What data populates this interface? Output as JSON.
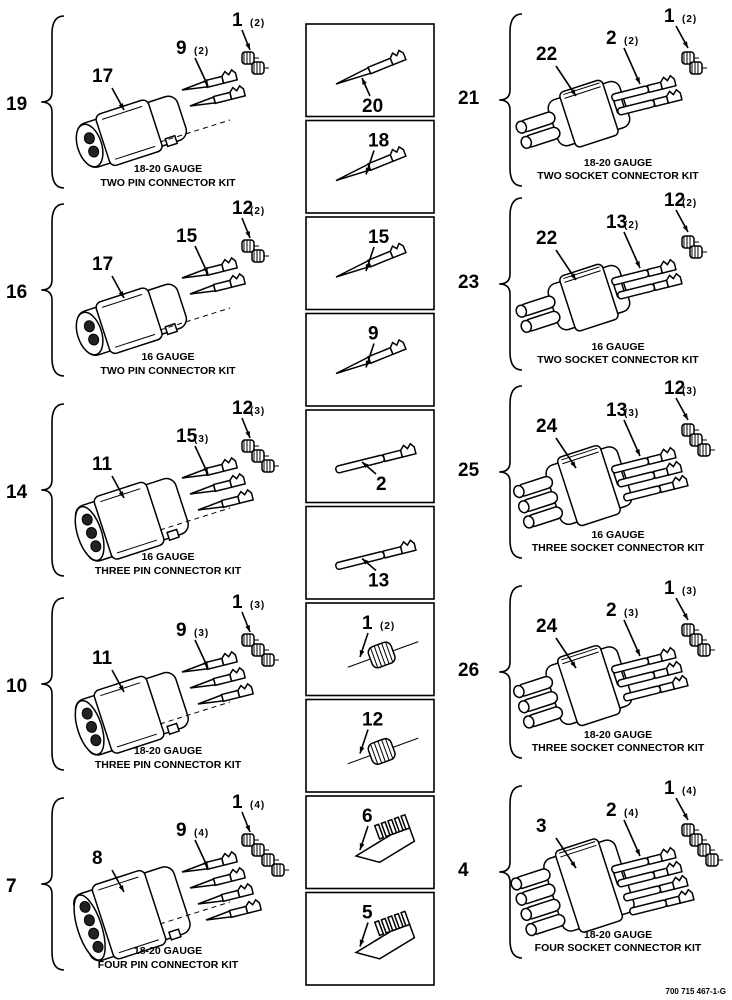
{
  "document_ref": "700 715 467-1-G",
  "left_kits": [
    {
      "item": "19",
      "housing": "17",
      "term": "9",
      "term_qty": "(2)",
      "seal": "1",
      "seal_qty": "(2)",
      "gauge": "18-20 GAUGE",
      "title": "TWO PIN CONNECTOR KIT"
    },
    {
      "item": "16",
      "housing": "17",
      "term": "15",
      "term_qty": "",
      "seal": "12",
      "seal_qty": "(2)",
      "gauge": "16 GAUGE",
      "title": "TWO PIN CONNECTOR KIT"
    },
    {
      "item": "14",
      "housing": "11",
      "term": "15",
      "term_qty": "(3)",
      "seal": "12",
      "seal_qty": "(3)",
      "gauge": "16 GAUGE",
      "title": "THREE PIN CONNECTOR KIT"
    },
    {
      "item": "10",
      "housing": "11",
      "term": "9",
      "term_qty": "(3)",
      "seal": "1",
      "seal_qty": "(3)",
      "gauge": "18-20 GAUGE",
      "title": "THREE PIN CONNECTOR KIT"
    },
    {
      "item": "7",
      "housing": "8",
      "term": "9",
      "term_qty": "(4)",
      "seal": "1",
      "seal_qty": "(4)",
      "gauge": "18-20 GAUGE",
      "title": "FOUR PIN CONNECTOR KIT"
    }
  ],
  "right_kits": [
    {
      "item": "21",
      "housing": "22",
      "term": "2",
      "term_qty": "(2)",
      "seal": "1",
      "seal_qty": "(2)",
      "gauge": "18-20 GAUGE",
      "title": "TWO SOCKET CONNECTOR KIT"
    },
    {
      "item": "23",
      "housing": "22",
      "term": "13",
      "term_qty": "(2)",
      "seal": "12",
      "seal_qty": "(2)",
      "gauge": "16 GAUGE",
      "title": "TWO SOCKET CONNECTOR KIT"
    },
    {
      "item": "25",
      "housing": "24",
      "term": "13",
      "term_qty": "(3)",
      "seal": "12",
      "seal_qty": "(3)",
      "gauge": "16 GAUGE",
      "title": "THREE SOCKET CONNECTOR KIT"
    },
    {
      "item": "26",
      "housing": "24",
      "term": "2",
      "term_qty": "(3)",
      "seal": "1",
      "seal_qty": "(3)",
      "gauge": "18-20 GAUGE",
      "title": "THREE SOCKET CONNECTOR KIT"
    },
    {
      "item": "4",
      "housing": "3",
      "term": "2",
      "term_qty": "(4)",
      "seal": "1",
      "seal_qty": "(4)",
      "gauge": "18-20 GAUGE",
      "title": "FOUR SOCKET CONNECTOR KIT"
    }
  ],
  "center_parts": [
    {
      "item": "20",
      "qty": ""
    },
    {
      "item": "18",
      "qty": ""
    },
    {
      "item": "15",
      "qty": ""
    },
    {
      "item": "9",
      "qty": ""
    },
    {
      "item": "2",
      "qty": ""
    },
    {
      "item": "13",
      "qty": ""
    },
    {
      "item": "1",
      "qty": "(2)"
    },
    {
      "item": "12",
      "qty": ""
    },
    {
      "item": "6",
      "qty": ""
    },
    {
      "item": "5",
      "qty": ""
    }
  ]
}
